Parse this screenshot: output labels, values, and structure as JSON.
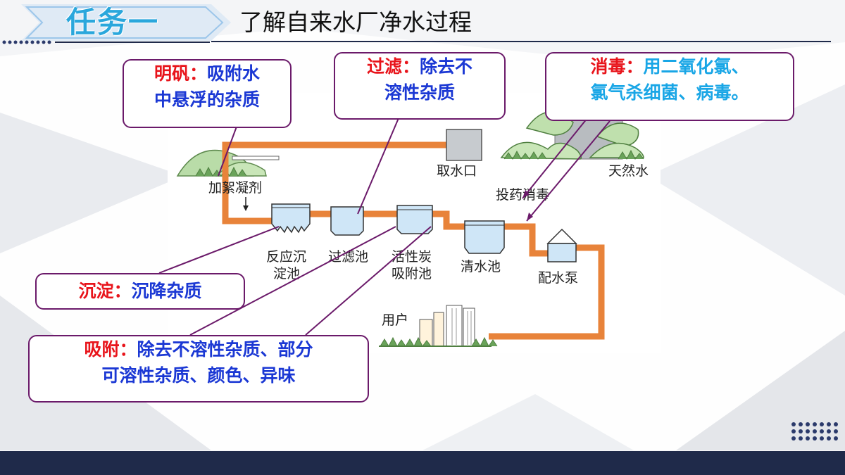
{
  "header": {
    "badge": "任务一",
    "title": "了解自来水厂净水过程"
  },
  "diagram": {
    "labels": {
      "intake": "取水口",
      "natural_water": "天然水",
      "coagulant": "加絮凝剂",
      "reaction_tank_1": "反应沉",
      "reaction_tank_2": "淀池",
      "filter_tank": "过滤池",
      "carbon_tank_1": "活性炭",
      "carbon_tank_2": "吸附池",
      "clear_tank": "清水池",
      "dosing": "投药消毒",
      "pump": "配水泵",
      "users": "用户"
    }
  },
  "callouts": {
    "alum": {
      "head": "明矾：",
      "body_1": "吸附水",
      "body_2": "中悬浮的杂质"
    },
    "filter": {
      "head": "过滤：",
      "body_1": "除去不",
      "body_2": "溶性杂质"
    },
    "disinfect": {
      "head": "消毒：",
      "body_1": "用二氧化氯、",
      "body_2": "氯气杀细菌、病毒。"
    },
    "settle": {
      "head": "沉淀：",
      "body": "沉降杂质"
    },
    "adsorb": {
      "head": "吸附：",
      "body_1": "除去不溶性杂质、部分",
      "body_2": "可溶性杂质、颜色、异味"
    }
  },
  "colors": {
    "pipe": "#e8833a",
    "tank": "#cfe6f7",
    "callout_border": "#6b1a6a",
    "head_red": "#e8141b",
    "text_blue": "#1b38d4",
    "text_cyan": "#19a6e6",
    "navy": "#1f2a4a"
  }
}
